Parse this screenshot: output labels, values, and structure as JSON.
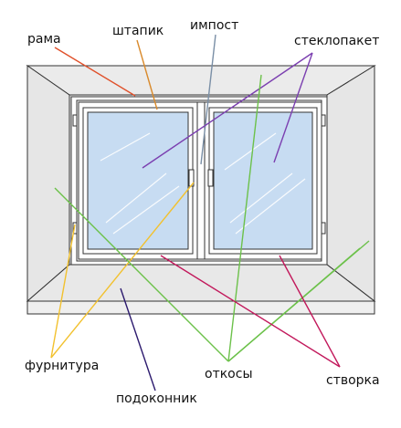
{
  "labels": {
    "rama": "рама",
    "shtapik": "штапик",
    "impost": "импост",
    "steklopaket": "стеклопакет",
    "furnitura": "фурнитура",
    "otkosy": "откосы",
    "stvorka": "створка",
    "podokonnik": "подоконник"
  },
  "colors": {
    "rama": "#e0502a",
    "shtapik": "#d98a2c",
    "impost": "#7a8fa6",
    "steklopaket": "#7b3fb0",
    "furnitura": "#f2c12e",
    "otkosy": "#6cc14a",
    "stvorka": "#c2185b",
    "podokonnik": "#2c1a6e",
    "glass": "#c7dcf2",
    "wall": "#eeeeee",
    "outline": "#333333"
  }
}
